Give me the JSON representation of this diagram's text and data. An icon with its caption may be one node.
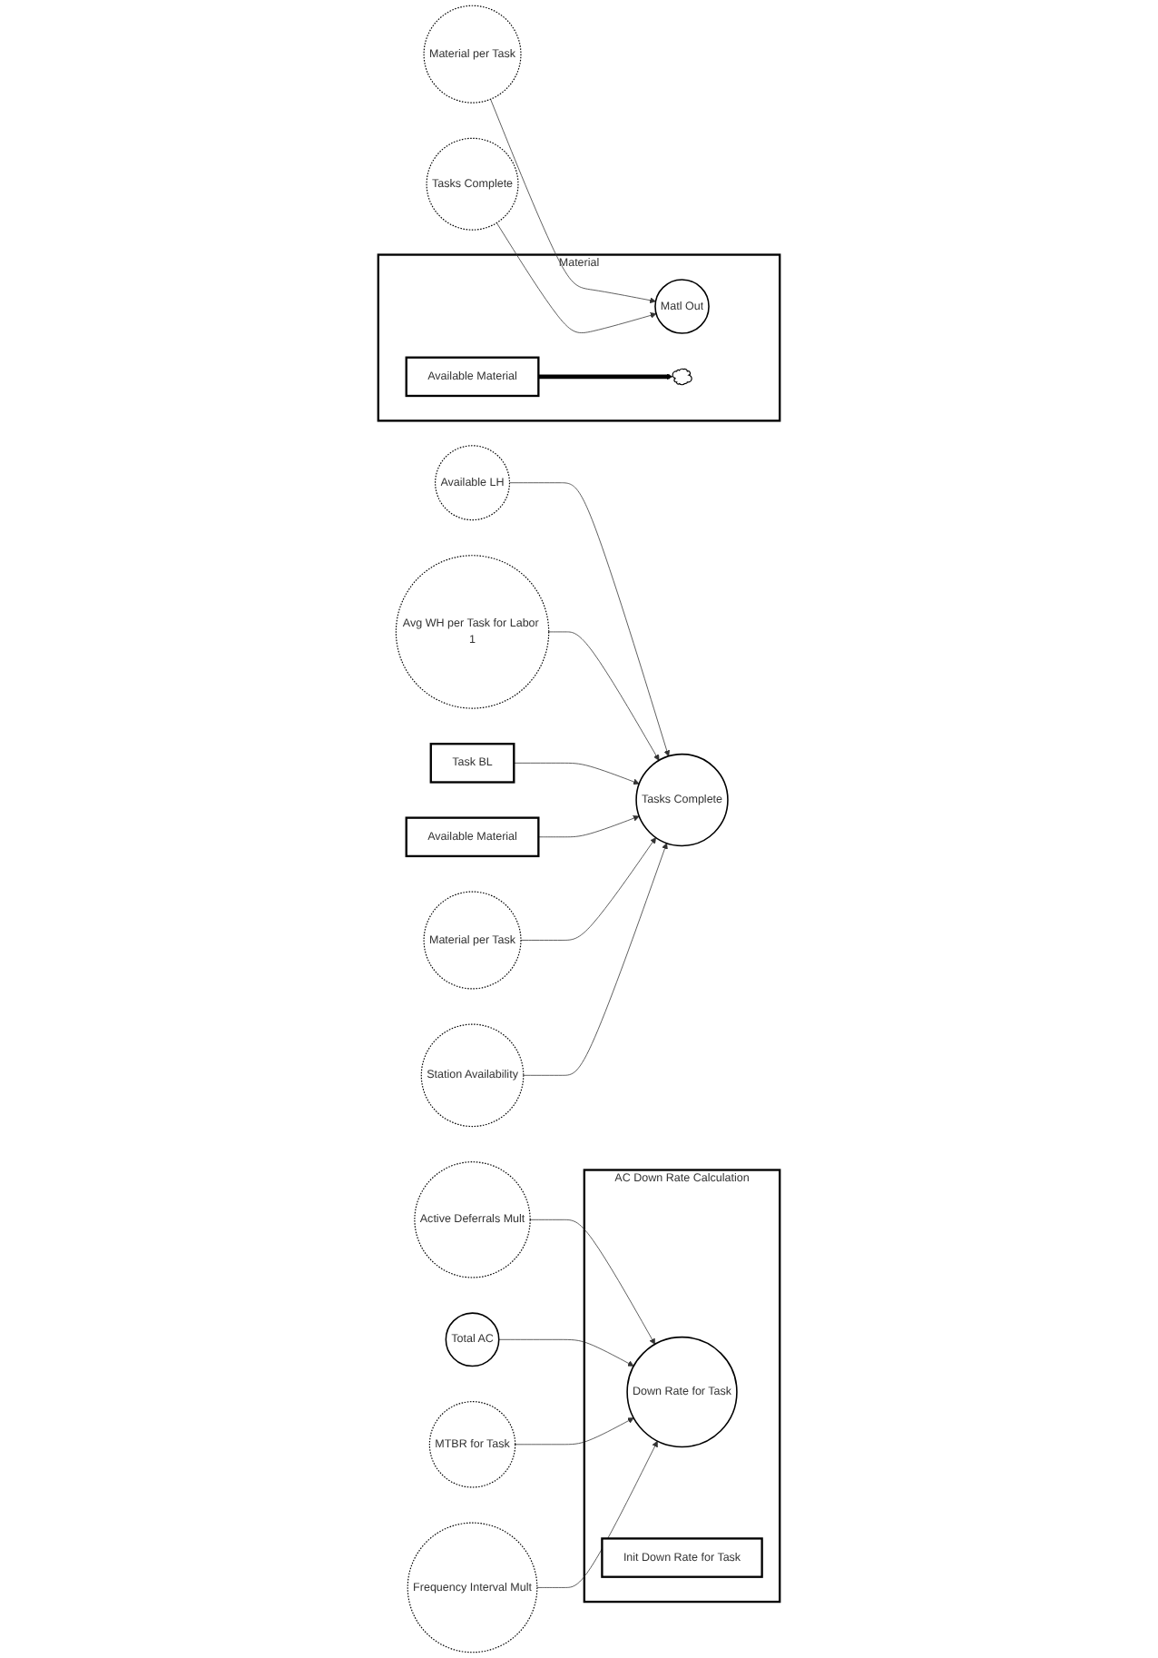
{
  "diagram": {
    "nodes": [
      {
        "text": [
          "Available LH"
        ]
      },
      {
        "text": [
          "Avg WH per Task for Labor 1"
        ]
      },
      {
        "text": [
          "Tasks Complete"
        ]
      },
      {
        "text": [
          "Task BL"
        ]
      },
      {
        "text": [
          "Available Material"
        ]
      },
      {
        "text": [
          "Material per Task"
        ]
      },
      {
        "text": [
          "Station Availability"
        ]
      },
      {
        "text": [
          "AC Down Rate Calculation"
        ]
      },
      {
        "text": [
          "Down Rate for Task"
        ],
        "in": 7
      },
      {
        "text": [
          "Init Down Rate for Task"
        ],
        "in": 7
      },
      {
        "text": [
          "Active Deferrals Mult"
        ]
      },
      {
        "text": [
          "Total AC"
        ]
      },
      {
        "text": [
          "MTBR for Task"
        ]
      },
      {
        "text": [
          "Frequency Interval Mult"
        ]
      },
      {
        "text": [
          "Material per Task"
        ]
      },
      {
        "text": [
          "Tasks Complete"
        ]
      },
      {
        "text": [
          "Material"
        ]
      },
      {
        "text": [
          "Available Material"
        ],
        "in": 16
      },
      {
        "text": [
          "Matl Out"
        ],
        "in": 16
      },
      {
        "text": [],
        "shape": "cloud",
        "in": 16
      }
    ],
    "edges": [
      {
        "from": 0,
        "to": 2,
        "arrow": "to"
      },
      {
        "from": 1,
        "to": 2,
        "arrow": "to"
      },
      {
        "from": 3,
        "to": 2,
        "arrow": "to"
      },
      {
        "from": 4,
        "to": 2,
        "arrow": "to"
      },
      {
        "from": 5,
        "to": 2,
        "arrow": "to"
      },
      {
        "from": 6,
        "to": 2,
        "arrow": "to"
      },
      {
        "from": 10,
        "to": 8,
        "arrow": "to"
      },
      {
        "from": 11,
        "to": 8,
        "arrow": "to"
      },
      {
        "from": 12,
        "to": 8,
        "arrow": "to"
      },
      {
        "from": 13,
        "to": 8,
        "arrow": "to"
      },
      {
        "from": 14,
        "to": 18,
        "arrow": "to"
      },
      {
        "from": 15,
        "to": 18,
        "arrow": "to"
      },
      {
        "from": 17,
        "to": 19,
        "arrow": "to",
        "style": "thick"
      }
    ]
  }
}
